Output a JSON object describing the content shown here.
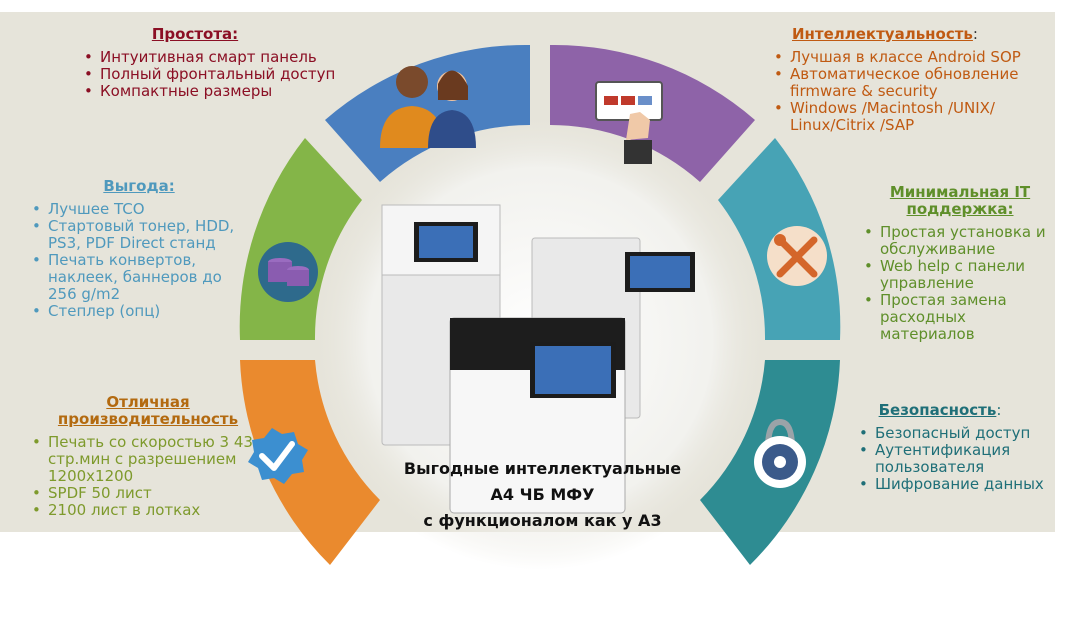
{
  "sections": {
    "simplicity": {
      "title": "Простота:",
      "items": [
        "Интуитивная смарт панель",
        "Полный фронтальный доступ",
        "Компактные размеры"
      ]
    },
    "intelligence": {
      "title": "Интеллектуальность",
      "title_suffix": ":",
      "items": [
        "Лучшая в классе Android SOP",
        "Автоматическое обновление firmware & security",
        "Windows /Macintosh /UNIX/ Linux/Citrix /SAP"
      ]
    },
    "benefit": {
      "title": "Выгода:",
      "items": [
        "Лучшее TCO",
        "Стартовый тонер, HDD, PS3, PDF Direct  станд",
        "Печать конвертов, наклеек, баннеров  до 256 g/m2",
        "Степлер (опц)"
      ]
    },
    "it_support": {
      "title_line1": "Минимальная IT",
      "title_line2": "поддержка:",
      "items": [
        "Простая установка и обслуживание",
        "Web help с панели управление",
        "Простая замена расходных материалов"
      ]
    },
    "performance": {
      "title_line1": "Отличная",
      "title_line2": "производительность",
      "items": [
        "Печать со скоростью 3‌ 43 стр.мин с разрешением 1200x1200",
        "SPDF 50 лист",
        "2100 лист в лотках"
      ]
    },
    "security": {
      "title": "Безопасность",
      "title_suffix": ":",
      "items": [
        "Безопасный доступ",
        "Аутентификация пользователя",
        "Шифрование данных"
      ]
    }
  },
  "caption": {
    "line1": "Выгодные интеллектуальные",
    "line2": "А4 ЧБ МФУ",
    "line3": "с функционалом как у А3"
  },
  "colors": {
    "ring_blue": "#4a7fc0",
    "ring_purple": "#8e63a8",
    "ring_teal": "#47a3b5",
    "ring_green": "#84b548",
    "ring_orange": "#ea8a2e",
    "ring_darkteal": "#2e8c92",
    "panel": "#e6e4da"
  },
  "icons": [
    "people-icon",
    "touch-panel-icon",
    "coins-icon",
    "tools-icon",
    "checkmark-badge-icon",
    "padlock-icon",
    "printer-icon"
  ]
}
